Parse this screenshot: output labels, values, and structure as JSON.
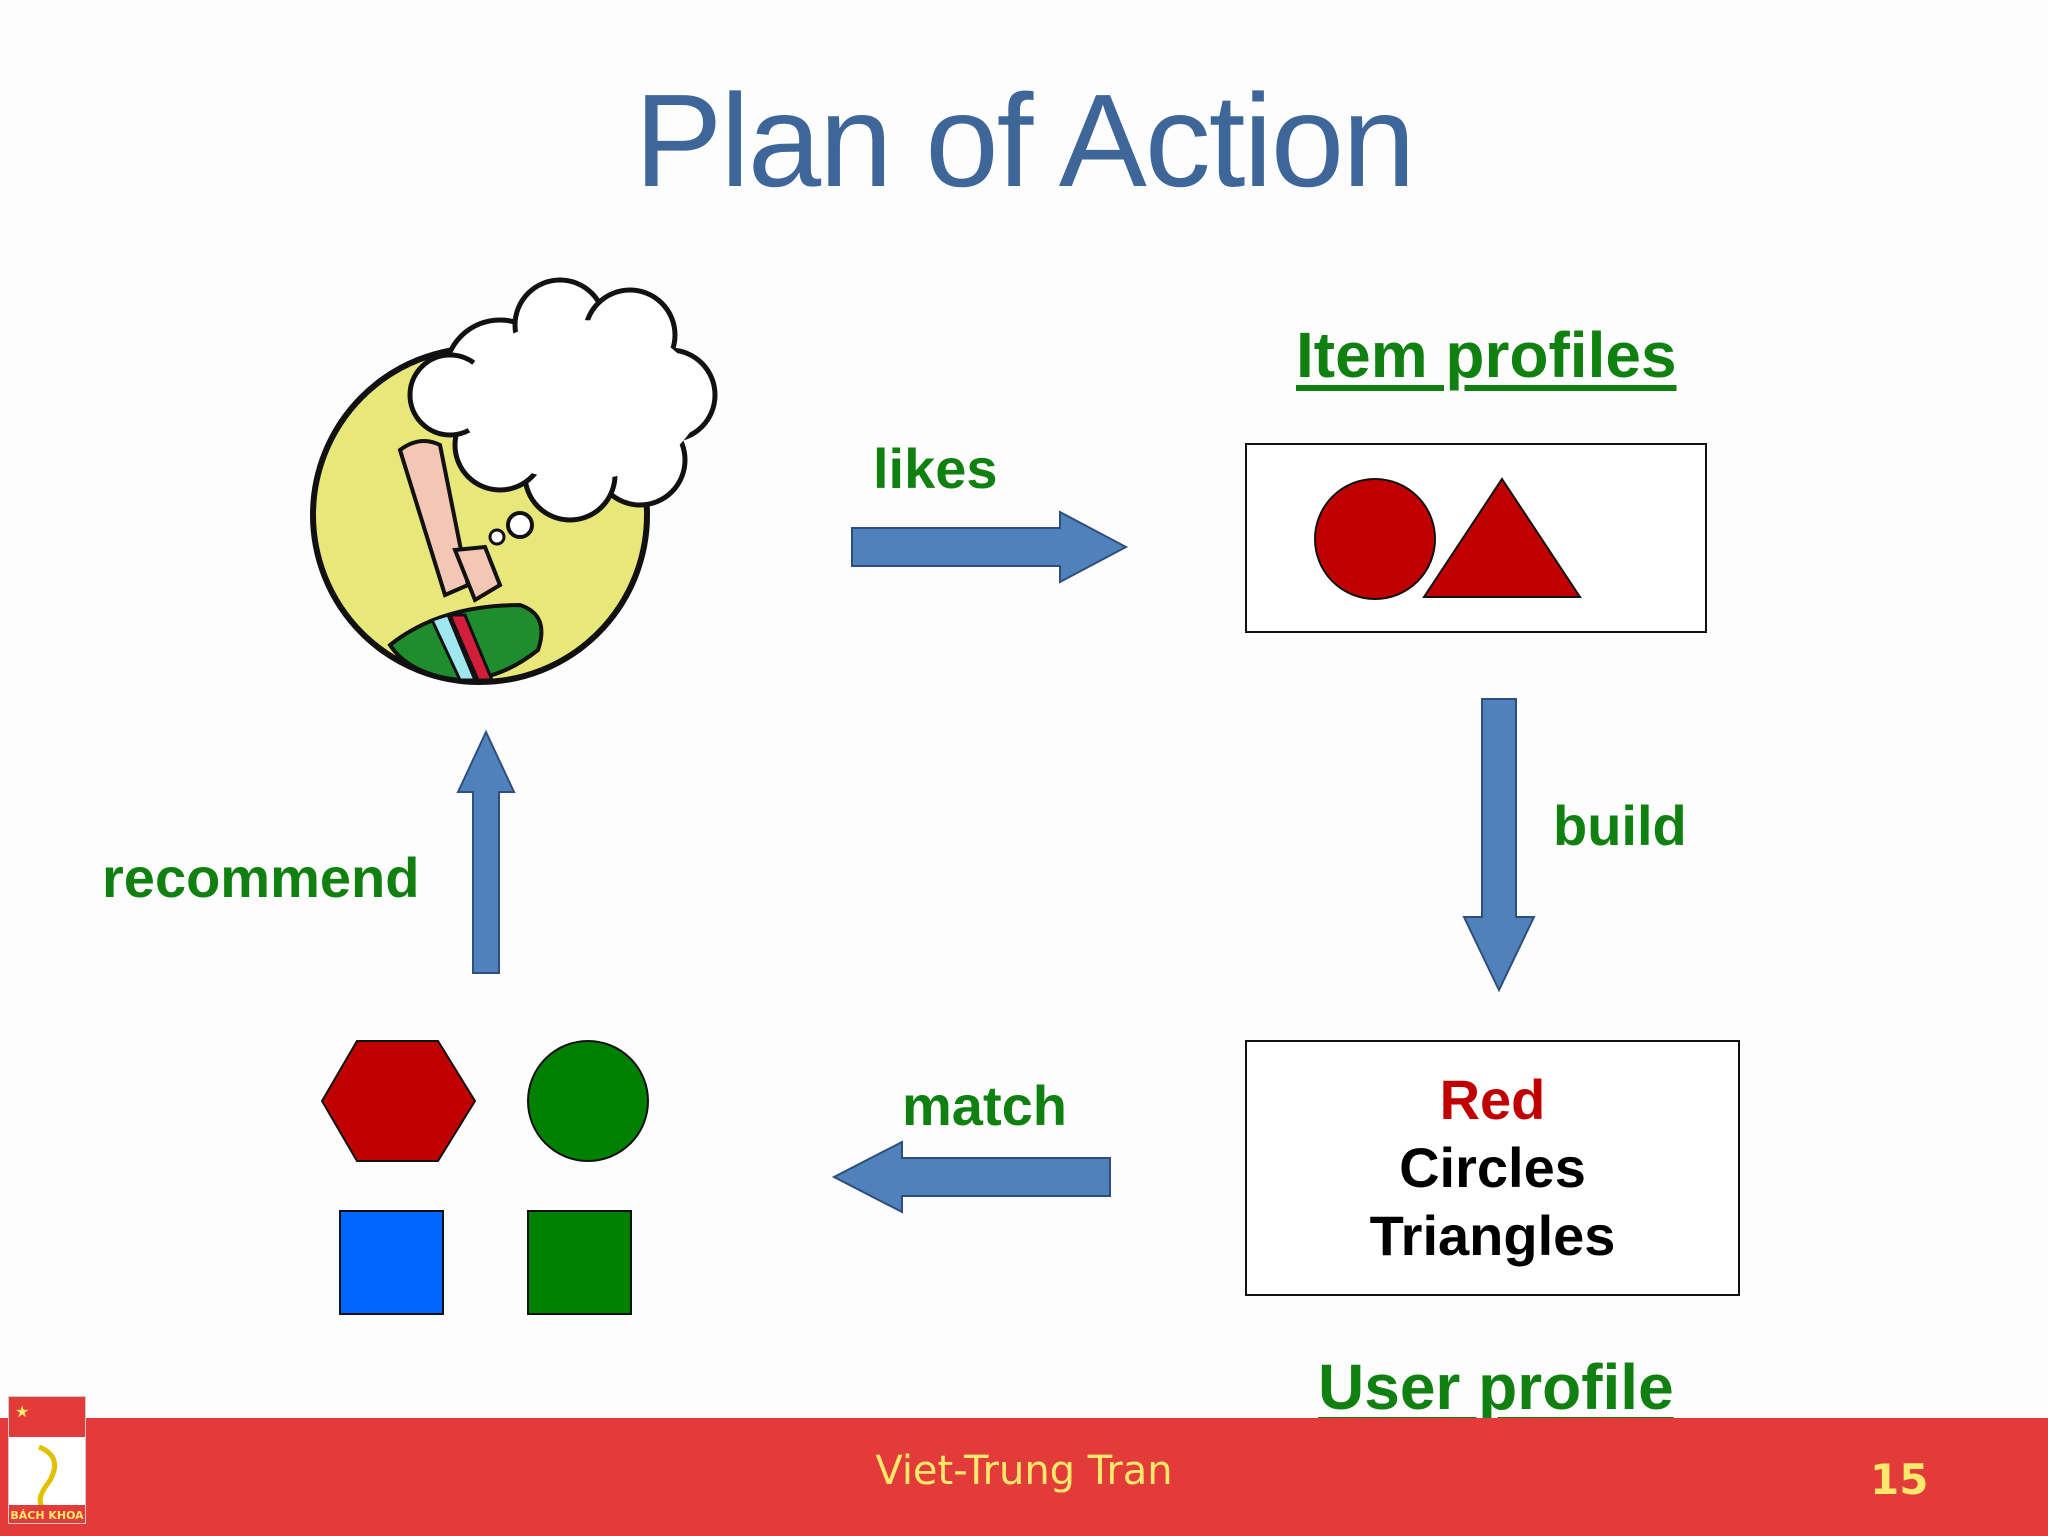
{
  "slide": {
    "title": "Plan of Action",
    "headings": {
      "item_profiles": "Item profiles",
      "user_profile": "User profile"
    },
    "arrows": {
      "likes": "likes",
      "build": "build",
      "match": "match",
      "recommend": "recommend"
    },
    "user_profile_box": {
      "line1": "Red",
      "line2": "Circles",
      "line3": "Triangles"
    },
    "colors": {
      "title": "#3e6699",
      "label_green": "#108010",
      "arrow_blue": "#4f81bd",
      "shape_red": "#c00000",
      "shape_green": "#008000",
      "shape_blue": "#0066ff",
      "footer_red": "#e23b3a",
      "footer_text": "#ffe86b"
    }
  },
  "footer": {
    "author": "Viet-Trung Tran",
    "page_number": "15",
    "logo_text": "BÁCH KHOA"
  }
}
